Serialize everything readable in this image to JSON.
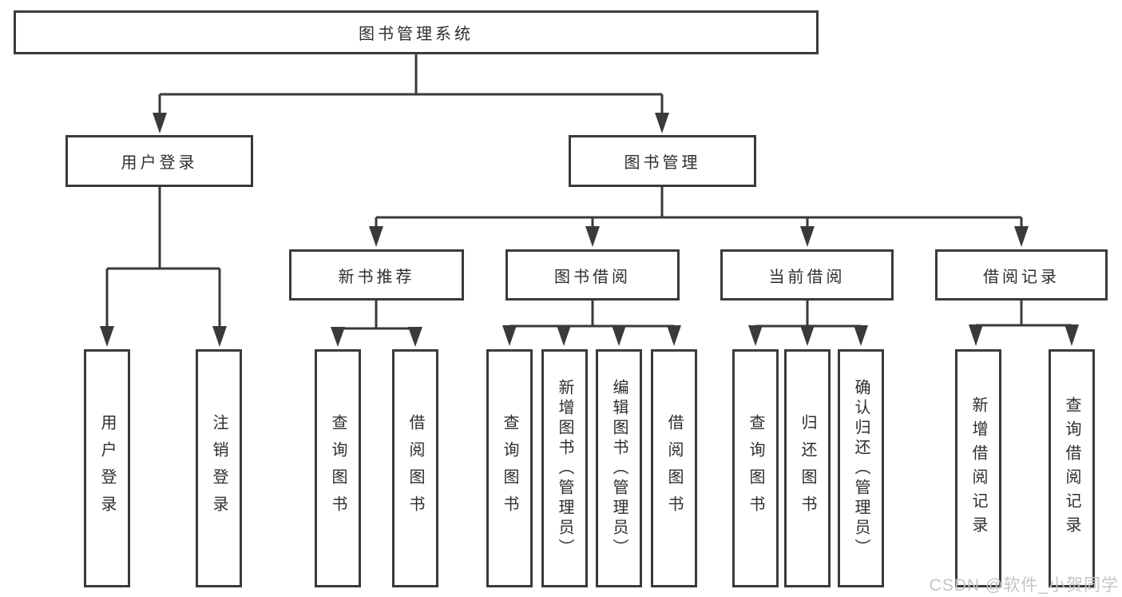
{
  "tree": {
    "root": {
      "label": "图书管理系统",
      "children": [
        {
          "label": "用户登录",
          "children": [
            {
              "label": "用户登录"
            },
            {
              "label": "注销登录"
            }
          ]
        },
        {
          "label": "图书管理",
          "children": [
            {
              "label": "新书推荐",
              "children": [
                {
                  "label": "查询图书"
                },
                {
                  "label": "借阅图书"
                }
              ]
            },
            {
              "label": "图书借阅",
              "children": [
                {
                  "label": "查询图书"
                },
                {
                  "label": "新增图书（管理员）"
                },
                {
                  "label": "编辑图书（管理员）"
                },
                {
                  "label": "借阅图书"
                }
              ]
            },
            {
              "label": "当前借阅",
              "children": [
                {
                  "label": "查询图书"
                },
                {
                  "label": "归还图书"
                },
                {
                  "label": "确认归还（管理员）"
                }
              ]
            },
            {
              "label": "借阅记录",
              "children": [
                {
                  "label": "新增借阅记录"
                },
                {
                  "label": "查询借阅记录"
                }
              ]
            }
          ]
        }
      ]
    }
  },
  "watermark": {
    "text": "CSDN @软件_小贺同学"
  },
  "colors": {
    "line": "#3a3a3a",
    "text": "#2e2e2e",
    "watermark": "#c7c3c4",
    "bg": "#ffffff"
  }
}
